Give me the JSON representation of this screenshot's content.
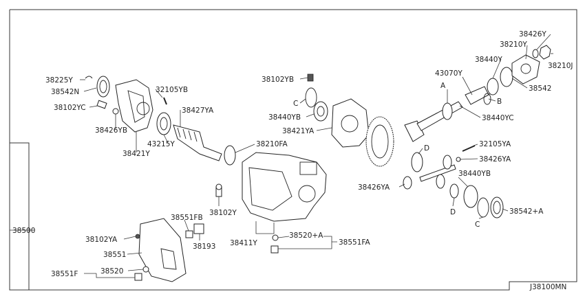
{
  "diagram_code": "J38100MN",
  "labels": {
    "l38500": "38500",
    "l38225Y": "38225Y",
    "l38542N": "38542N",
    "l38102YC": "38102YC",
    "l38426YB": "38426YB",
    "l38421Y": "38421Y",
    "l32105YB": "32105YB",
    "l43215Y": "43215Y",
    "l38427YA": "38427YA",
    "l38210FA": "38210FA",
    "l38102YB": "38102YB",
    "lC1": "C",
    "l38440YB_1": "38440YB",
    "l38421YA": "38421YA",
    "lA1": "A",
    "l43070Y": "43070Y",
    "l38440Y": "38440Y",
    "l38210Y": "38210Y",
    "l38426Y": "38426Y",
    "l38210J": "38210J",
    "l38542": "38542",
    "lB1": "B",
    "l38440YC": "38440YC",
    "lD1": "D",
    "l32105YA": "32105YA",
    "l38426YA_1": "38426YA",
    "l38426YA_2": "38426YA",
    "l38440YB_2": "38440YB",
    "lD2": "D",
    "lC2": "C",
    "l38542A": "38542+A",
    "l38551FB": "38551FB",
    "l38102Y": "38102Y",
    "l38193": "38193",
    "l38102YA": "38102YA",
    "l38551": "38551",
    "l38520": "38520",
    "l38551F": "38551F",
    "l38411Y": "38411Y",
    "l38520A": "38520+A",
    "l38551FA": "38551FA"
  }
}
